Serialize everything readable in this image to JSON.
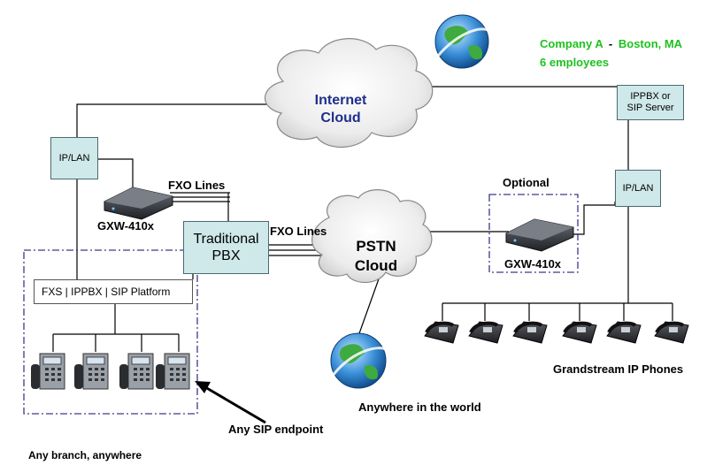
{
  "company": {
    "name": "Company A",
    "dash": "-",
    "city": "Boston, MA",
    "employees": "6 employees"
  },
  "clouds": {
    "internet": {
      "line1": "Internet",
      "line2": "Cloud"
    },
    "pstn": {
      "line1": "PSTN",
      "line2": "Cloud"
    }
  },
  "boxes": {
    "ippbx_server": {
      "line1": "IPPBX or",
      "line2": "SIP Server"
    },
    "iplan_left": "IP/LAN",
    "iplan_right": "IP/LAN",
    "traditional_pbx": {
      "line1": "Traditional",
      "line2": "PBX"
    },
    "fxs_platform": "FXS  | IPPBX | SIP Platform"
  },
  "labels": {
    "fxo_lines_1": "FXO Lines",
    "fxo_lines_2": "FXO Lines",
    "gxw_left": "GXW-410x",
    "gxw_right": "GXW-410x",
    "optional": "Optional",
    "grandstream_phones": "Grandstream IP Phones",
    "anywhere_world": "Anywhere in the world",
    "any_sip": "Any SIP endpoint",
    "any_branch": "Any  branch, anywhere"
  },
  "colors": {
    "company": "#1ec21e",
    "internet_text": "#1f2f8c",
    "box_fill": "#cfe8ea",
    "dashed_border": "#3a3a8a"
  }
}
